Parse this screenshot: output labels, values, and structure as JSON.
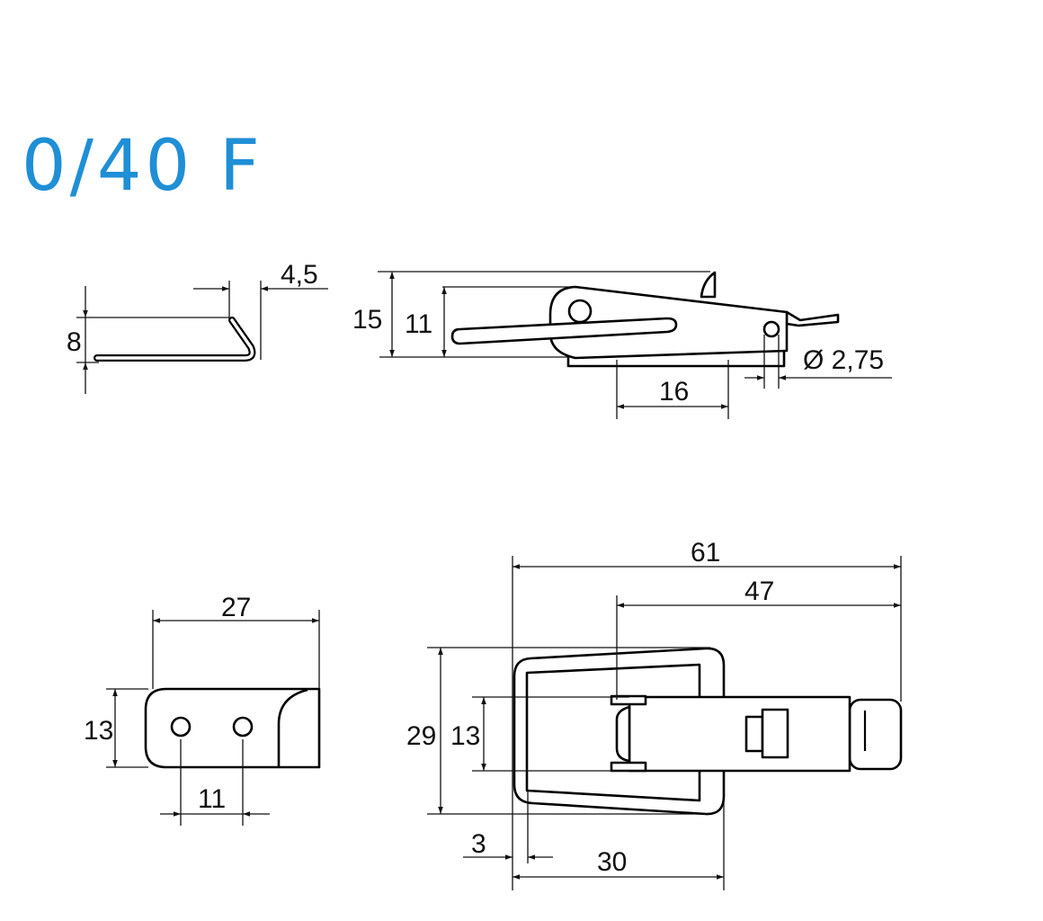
{
  "title": "0/40 F",
  "title_color": "#1f8fd6",
  "dimensions": {
    "hook_height": "8",
    "hook_depth": "4,5",
    "side_overall_height": "15",
    "side_body_height": "11",
    "side_base_length": "16",
    "pin_diameter": "Ø 2,75",
    "plate_length": "27",
    "plate_width": "13",
    "hole_spacing": "11",
    "overall_length": "61",
    "latch_length": "47",
    "frame_height": "29",
    "latch_width": "13",
    "frame_wire": "3",
    "frame_width": "30"
  }
}
